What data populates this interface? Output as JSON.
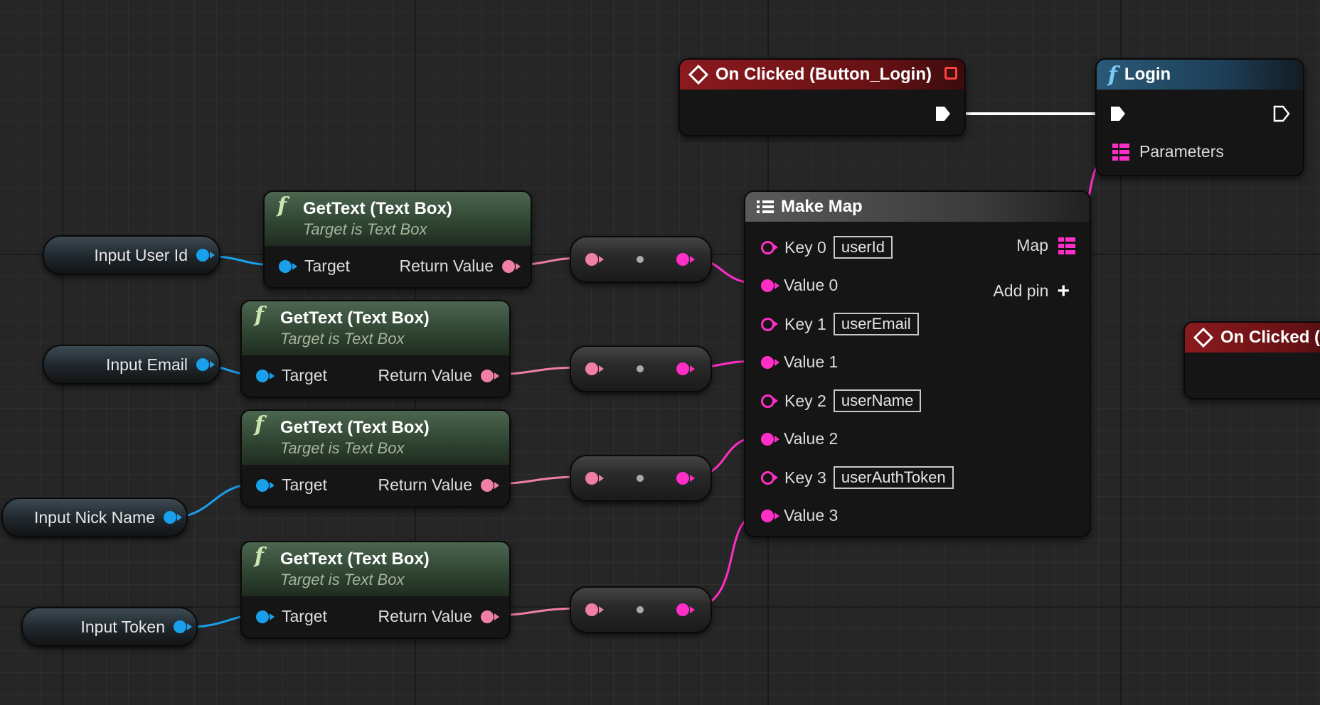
{
  "canvas": {
    "background": "#262626"
  },
  "colors": {
    "exec": "#ffffff",
    "text_box_ref": "#1aa0ea",
    "text_value": "#f07fa6",
    "string_map": "#ff2ec6",
    "event_header": "#8a1a1e",
    "function_header": "#2a5a78",
    "pure_function_header": "#4c6650"
  },
  "variables": [
    {
      "label": "Input User Id",
      "pin_icon": "object-reference-pin"
    },
    {
      "label": "Input Email",
      "pin_icon": "object-reference-pin"
    },
    {
      "label": "Input Nick Name",
      "pin_icon": "object-reference-pin"
    },
    {
      "label": "Input Token",
      "pin_icon": "object-reference-pin"
    }
  ],
  "get_text_nodes": [
    {
      "title": "GetText (Text Box)",
      "subtitle": "Target is Text Box",
      "input_label": "Target",
      "output_label": "Return Value"
    },
    {
      "title": "GetText (Text Box)",
      "subtitle": "Target is Text Box",
      "input_label": "Target",
      "output_label": "Return Value"
    },
    {
      "title": "GetText (Text Box)",
      "subtitle": "Target is Text Box",
      "input_label": "Target",
      "output_label": "Return Value"
    },
    {
      "title": "GetText (Text Box)",
      "subtitle": "Target is Text Box",
      "input_label": "Target",
      "output_label": "Return Value"
    }
  ],
  "conversion_nodes": 4,
  "event_node": {
    "title": "On Clicked (Button_Login)",
    "icon": "event-diamond-icon"
  },
  "event_node_partial": {
    "title": "On Clicked ("
  },
  "login_node": {
    "title": "Login",
    "icon": "function-icon",
    "param_label": "Parameters"
  },
  "make_map": {
    "title": "Make Map",
    "icon": "list-icon",
    "output_label": "Map",
    "add_pin_label": "Add pin",
    "entries": [
      {
        "key_label": "Key 0",
        "key_value": "userId",
        "value_label": "Value 0"
      },
      {
        "key_label": "Key 1",
        "key_value": "userEmail",
        "value_label": "Value 1"
      },
      {
        "key_label": "Key 2",
        "key_value": "userName",
        "value_label": "Value 2"
      },
      {
        "key_label": "Key 3",
        "key_value": "userAuthToken",
        "value_label": "Value 3"
      }
    ]
  }
}
